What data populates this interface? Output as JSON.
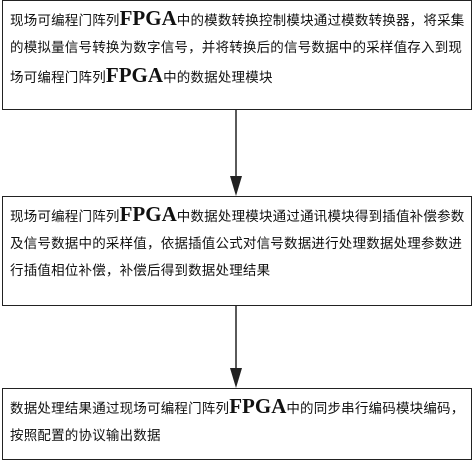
{
  "steps": [
    {
      "pre": "现场可编程门阵列",
      "term": "FPGA",
      "post": "中的模数转换控制模块通过模数转换器，将采集的模拟量信号转换为数字信号，并将转换后的信号数据中的采样值存入到现场可编程门阵列",
      "term2": "FPGA",
      "post2": "中的数据处理模块"
    },
    {
      "pre": "现场可编程门阵列",
      "term": "FPGA",
      "post": "中数据处理模块通过通讯模块得到插值补偿参数及信号数据中的采样值，依据插值公式对信号数据进行处理数据处理参数进行插值相位补偿，补偿后得到数据处理结果"
    },
    {
      "pre": "数据处理结果通过现场可编程门阵列",
      "term": "FPGA",
      "post": "中的同步串行编码模块编码，按照配置的协议输出数据"
    }
  ],
  "colors": {
    "border": "#222222",
    "arrow": "#222222",
    "text": "#111111",
    "background": "#ffffff"
  }
}
